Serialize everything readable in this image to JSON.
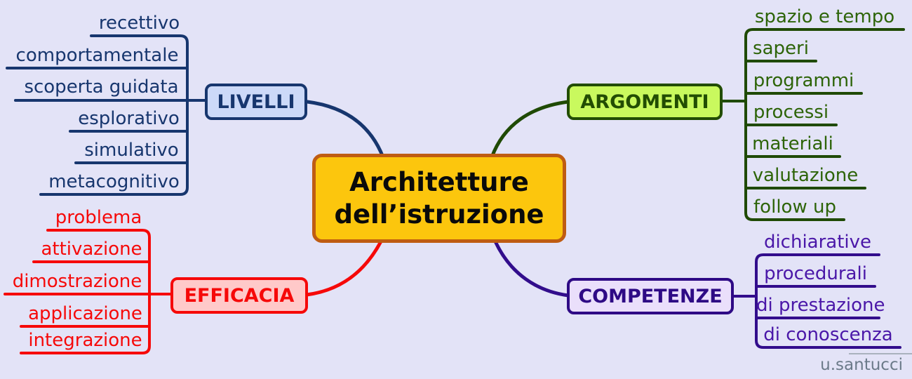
{
  "central": {
    "title": "Architetture dell’istruzione",
    "line1": "Architetture",
    "line2": "dell’istruzione"
  },
  "branches": {
    "livelli": {
      "label": "LIVELLI",
      "color": "#17366e",
      "fill": "#ccd9f8",
      "items": [
        "recettivo",
        "comportamentale",
        "scoperta guidata",
        "esplorativo",
        "simulativo",
        "metacognitivo"
      ]
    },
    "argomenti": {
      "label": "ARGOMENTI",
      "color": "#224d03",
      "fill": "#c9f95e",
      "items": [
        "spazio e tempo",
        "saperi",
        "programmi",
        "processi",
        "materiali",
        "valutazione",
        "follow up"
      ]
    },
    "efficacia": {
      "label": "EFFICACIA",
      "color": "#f60909",
      "fill": "#ffc9c9",
      "items": [
        "problema",
        "attivazione",
        "dimostrazione",
        "applicazione",
        "integrazione"
      ]
    },
    "competenze": {
      "label": "COMPETENZE",
      "color": "#2e0a85",
      "fill": "#eadffb",
      "items": [
        "dichiarative",
        "procedurali",
        "di prestazione",
        "di conoscenza"
      ]
    }
  },
  "signature": "u.santucci",
  "colors": {
    "background": "#e3e3f7",
    "central_fill": "#fcc60d",
    "central_border": "#bf5c12",
    "central_text": "#0a0a0a",
    "livelli_line": "#17366e",
    "argomenti_line": "#1f4a04",
    "efficacia_line": "#f60909",
    "competenze_line": "#320d8c",
    "signature_text": "#6b7a89"
  }
}
